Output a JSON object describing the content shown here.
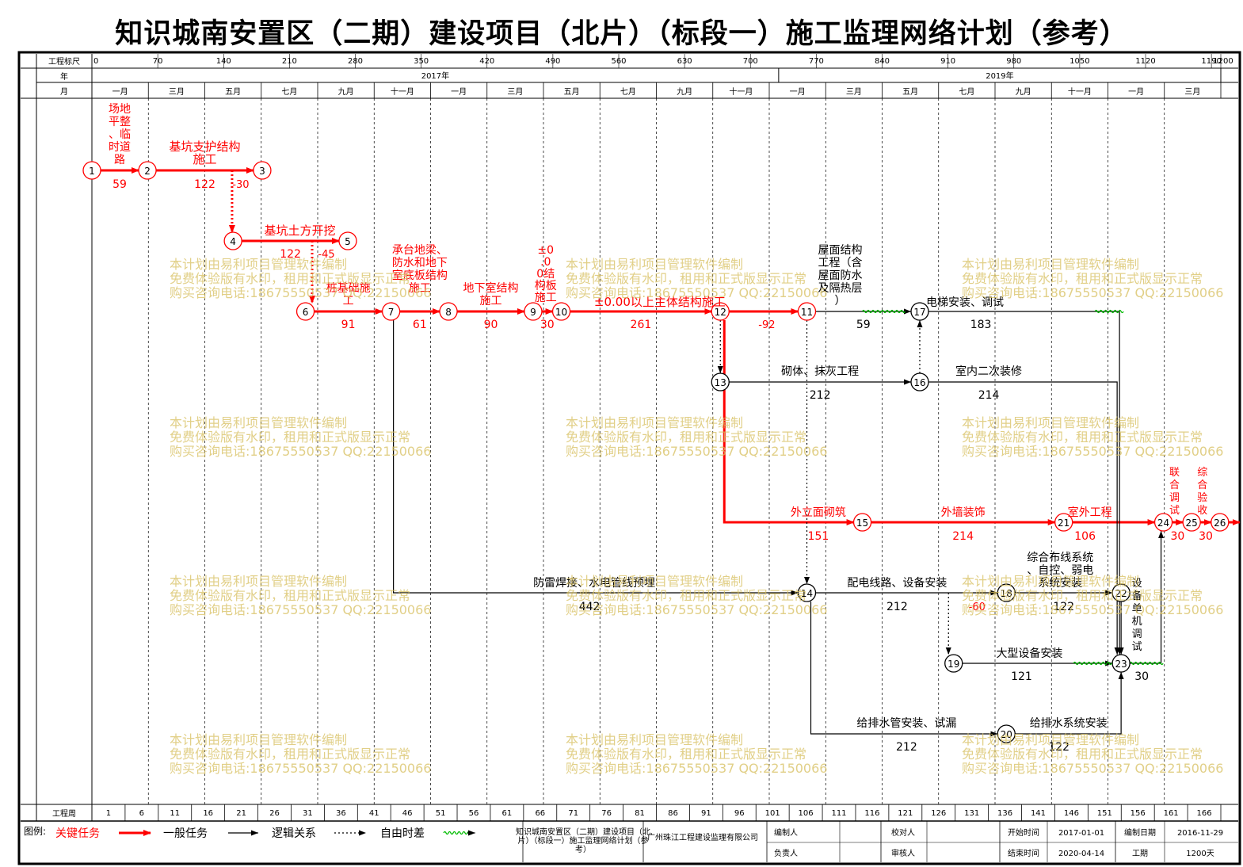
{
  "title": "知识城南安置区（二期）建设项目（北片）（标段一）施工监理网络计划（参考）",
  "header": {
    "scale_label": "工程标尺",
    "year_label": "年",
    "month_label": "月",
    "week_label": "工程周",
    "scale_ticks": [
      0,
      70,
      140,
      210,
      280,
      350,
      420,
      490,
      560,
      630,
      700,
      770,
      840,
      910,
      980,
      1050,
      1120,
      1190,
      1200
    ],
    "years": [
      {
        "label": "2017年",
        "start": 0,
        "end": 730
      },
      {
        "label": "2019年",
        "start": 730,
        "end": 1200
      }
    ],
    "months": [
      "一月",
      "三月",
      "五月",
      "七月",
      "九月",
      "十一月",
      "一月",
      "三月",
      "五月",
      "七月",
      "九月",
      "十一月",
      "一月",
      "三月",
      "五月",
      "七月",
      "九月",
      "十一月",
      "一月",
      "三月"
    ],
    "weeks": [
      "1",
      "6",
      "11",
      "16",
      "21",
      "26",
      "31",
      "36",
      "41",
      "46",
      "51",
      "56",
      "61",
      "66",
      "71",
      "76",
      "81",
      "86",
      "91",
      "96",
      "101",
      "106",
      "111",
      "116",
      "121",
      "126",
      "131",
      "136",
      "141",
      "146",
      "151",
      "156",
      "161",
      "166"
    ]
  },
  "chart_data": {
    "type": "network",
    "x_unit": "工程标尺 (天)",
    "xlim": [
      0,
      1200
    ],
    "nodes": [
      {
        "id": "1",
        "day": 0
      },
      {
        "id": "2",
        "day": 59
      },
      {
        "id": "3",
        "day": 181
      },
      {
        "id": "4",
        "day": 150
      },
      {
        "id": "5",
        "day": 272
      },
      {
        "id": "6",
        "day": 227
      },
      {
        "id": "7",
        "day": 318
      },
      {
        "id": "8",
        "day": 379
      },
      {
        "id": "9",
        "day": 469
      },
      {
        "id": "10",
        "day": 499
      },
      {
        "id": "11",
        "day": 760
      },
      {
        "id": "12",
        "day": 668
      },
      {
        "id": "13",
        "day": 668
      },
      {
        "id": "14",
        "day": 760
      },
      {
        "id": "15",
        "day": 819
      },
      {
        "id": "16",
        "day": 880
      },
      {
        "id": "17",
        "day": 880
      },
      {
        "id": "18",
        "day": 972
      },
      {
        "id": "19",
        "day": 916
      },
      {
        "id": "20",
        "day": 972
      },
      {
        "id": "21",
        "day": 1033
      },
      {
        "id": "22",
        "day": 1094
      },
      {
        "id": "23",
        "day": 1094
      },
      {
        "id": "24",
        "day": 1139
      },
      {
        "id": "25",
        "day": 1169
      },
      {
        "id": "26",
        "day": 1199
      }
    ],
    "activities": [
      {
        "from": "1",
        "to": "2",
        "name": "场地平整、临时道路",
        "duration": 59,
        "type": "critical"
      },
      {
        "from": "2",
        "to": "3",
        "name": "基坑支护结构施工",
        "duration": 122,
        "type": "critical"
      },
      {
        "from": "4",
        "to": "5",
        "name": "基坑土方开挖",
        "duration": 122,
        "type": "critical"
      },
      {
        "from": "6",
        "to": "7",
        "name": "桩基础施工",
        "duration": 91,
        "type": "critical"
      },
      {
        "from": "7",
        "to": "8",
        "name": "承台地梁、防水和地下室底板结构施工",
        "duration": 61,
        "type": "critical"
      },
      {
        "from": "8",
        "to": "9",
        "name": "地下室结构施工",
        "duration": 90,
        "type": "critical"
      },
      {
        "from": "9",
        "to": "10",
        "name": "±0.00结构板施工",
        "duration": 30,
        "type": "critical"
      },
      {
        "from": "10",
        "to": "12",
        "name": "±0.00以上主体结构施工",
        "duration": 261,
        "type": "critical"
      },
      {
        "from": "11",
        "to": "17",
        "name": "屋面结构工程（含屋面防水及隔热层）",
        "duration": 59,
        "type": "normal"
      },
      {
        "from": "17",
        "to": "23",
        "name": "电梯安装、调试",
        "duration": 183,
        "type": "normal"
      },
      {
        "from": "13",
        "to": "16",
        "name": "砌体、抹灰工程",
        "duration": 212,
        "type": "normal"
      },
      {
        "from": "16",
        "to": "23",
        "name": "室内二次装修",
        "duration": 214,
        "type": "normal"
      },
      {
        "from": "12",
        "to": "15",
        "name": "外立面砌筑",
        "duration": 151,
        "type": "critical"
      },
      {
        "from": "15",
        "to": "21",
        "name": "外墙装饰",
        "duration": 214,
        "type": "critical"
      },
      {
        "from": "21",
        "to": "24",
        "name": "室外工程",
        "duration": 106,
        "type": "critical"
      },
      {
        "from": "24",
        "to": "25",
        "name": "联合调试",
        "duration": 30,
        "type": "critical"
      },
      {
        "from": "25",
        "to": "26",
        "name": "综合验收",
        "duration": 30,
        "type": "critical"
      },
      {
        "from": "7",
        "to": "14",
        "name": "防雷焊接、水电管线预埋",
        "duration": 442,
        "type": "normal"
      },
      {
        "from": "14",
        "to": "18",
        "name": "配电线路、设备安装",
        "duration": 212,
        "type": "normal"
      },
      {
        "from": "18",
        "to": "22",
        "name": "综合布线系统、自控、弱电系统安装",
        "duration": 122,
        "type": "normal"
      },
      {
        "from": "22",
        "to": "23",
        "name": "设备单机调试",
        "duration": 30,
        "type": "normal"
      },
      {
        "from": "19",
        "to": "23",
        "name": "大型设备安装",
        "duration": 121,
        "type": "normal"
      },
      {
        "from": "14",
        "to": "20",
        "name": "给排水管安装、试漏",
        "duration": 212,
        "type": "normal"
      },
      {
        "from": "20",
        "to": "23",
        "name": "给排水系统安装",
        "duration": 122,
        "type": "normal"
      }
    ],
    "logic_links": [
      {
        "from": "3",
        "to": "4",
        "lag": -30
      },
      {
        "from": "5",
        "to": "6",
        "lag": -45
      },
      {
        "from": "11",
        "to": "12",
        "lag": -92
      },
      {
        "from": "18",
        "to": "19",
        "lag": -60
      },
      {
        "from": "12",
        "to": "13"
      },
      {
        "from": "16",
        "to": "17"
      },
      {
        "from": "11",
        "to": "14"
      }
    ]
  },
  "watermark": [
    "本计划由易利项目管理软件编制",
    "免费体验版有水印，租用和正式版显示正常",
    "购买咨询电话:18675550537 QQ:22150066"
  ],
  "legend": {
    "label": "图例:",
    "critical": "关键任务",
    "normal": "一般任务",
    "logic": "逻辑关系",
    "float": "自由时差"
  },
  "footer": {
    "project_name": "知识城南安置区（二期）建设项目（北片）（标段一）施工监理网络计划（参考）",
    "company": "广州珠江工程建设监理有限公司",
    "compiler_label": "编制人",
    "proofreader_label": "校对人",
    "responsible_label": "负责人",
    "reviewer_label": "审核人",
    "start_label": "开始时间",
    "start_value": "2017-01-01",
    "end_label": "结束时间",
    "end_value": "2020-04-14",
    "date_label": "编制日期",
    "date_value": "2016-11-29",
    "duration_label": "工期",
    "duration_value": "1200天"
  },
  "colors": {
    "critical": "#ff0000",
    "normal": "#000000",
    "float": "#00bb00",
    "watermark": "#d8c060"
  }
}
